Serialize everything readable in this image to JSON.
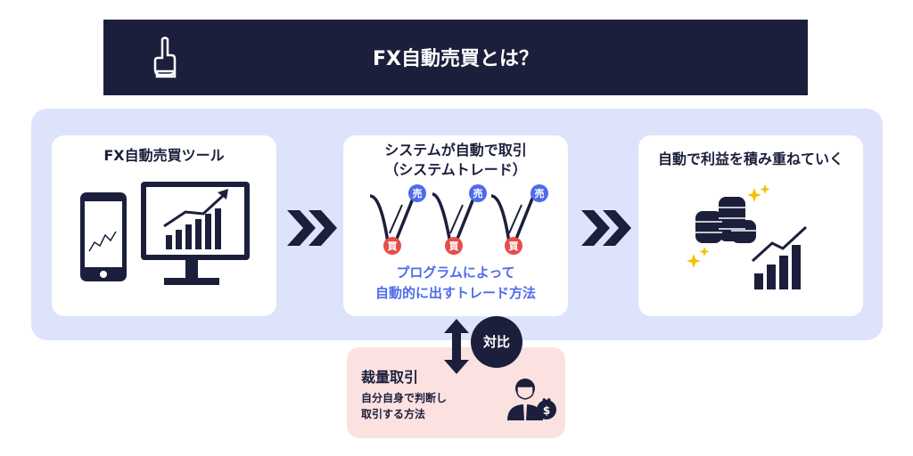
{
  "header": {
    "title": "FX自動売買とは？",
    "icon": "pointing-hand-icon"
  },
  "cards": [
    {
      "title": "FX自動売買ツール"
    },
    {
      "title_line1": "システムが自動で取引",
      "title_line2": "（システムトレード）",
      "sell_label": "売",
      "buy_label": "買",
      "desc_line1": "プログラムによって",
      "desc_line2": "自動的に出すトレード方法"
    },
    {
      "title": "自動で利益を積み重ねていく"
    }
  ],
  "contrast": {
    "label": "対比"
  },
  "discretionary": {
    "title": "裁量取引",
    "desc_line1": "自分自身で判断し",
    "desc_line2": "取引する方法"
  },
  "colors": {
    "navy": "#1c1f3c",
    "panel": "#dde3fb",
    "pink": "#fce1e1",
    "blue": "#4f6bea",
    "red": "#e84c4c",
    "gold": "#f2c200"
  }
}
